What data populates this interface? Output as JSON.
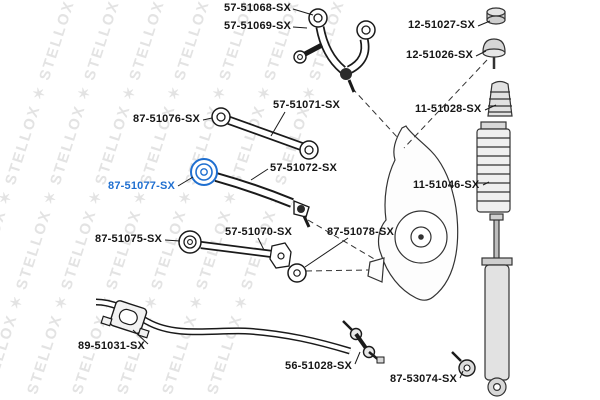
{
  "diagram": {
    "watermark_text": "STELLOX",
    "watermark_repeat": "✶ STELLOX ✶ STELLOX ✶ STELLOX ✶ STELLOX",
    "highlight_color": "#1f6fd0",
    "labels": [
      {
        "text": "57-51068-SX",
        "highlighted": false
      },
      {
        "text": "57-51069-SX",
        "highlighted": false
      },
      {
        "text": "12-51027-SX",
        "highlighted": false
      },
      {
        "text": "12-51026-SX",
        "highlighted": false
      },
      {
        "text": "87-51076-SX",
        "highlighted": false
      },
      {
        "text": "57-51071-SX",
        "highlighted": false
      },
      {
        "text": "11-51028-SX",
        "highlighted": false
      },
      {
        "text": "57-51072-SX",
        "highlighted": false
      },
      {
        "text": "87-51077-SX",
        "highlighted": true
      },
      {
        "text": "11-51046-SX",
        "highlighted": false
      },
      {
        "text": "87-51075-SX",
        "highlighted": false
      },
      {
        "text": "57-51070-SX",
        "highlighted": false
      },
      {
        "text": "87-51078-SX",
        "highlighted": false
      },
      {
        "text": "89-51031-SX",
        "highlighted": false
      },
      {
        "text": "56-51028-SX",
        "highlighted": false
      },
      {
        "text": "87-53074-SX",
        "highlighted": false
      }
    ]
  }
}
